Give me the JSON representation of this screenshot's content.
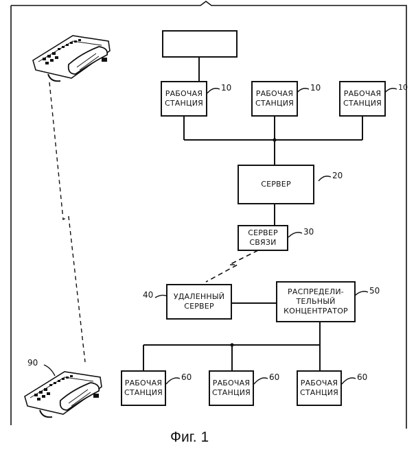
{
  "figure": {
    "caption": "Фиг. 1"
  },
  "nodes": {
    "top_box": {
      "label": ""
    },
    "ws1": {
      "label": "РАБОЧАЯ\nСТАНЦИЯ",
      "ref": "10"
    },
    "ws2": {
      "label": "РАБОЧАЯ\nСТАНЦИЯ",
      "ref": "10"
    },
    "ws3": {
      "label": "РАБОЧАЯ\nСТАНЦИЯ",
      "ref": "10"
    },
    "server": {
      "label": "СЕРВЕР",
      "ref": "20"
    },
    "comm_server": {
      "label": "СЕРВЕР\nСВЯЗИ",
      "ref": "30"
    },
    "remote_server": {
      "label": "УДАЛЕННЫЙ\nСЕРВЕР",
      "ref": "40"
    },
    "hub": {
      "label": "РАСПРЕДЕЛИ-\nТЕЛЬНЫЙ\nКОНЦЕНТРАТОР",
      "ref": "50"
    },
    "ws4": {
      "label": "РАБОЧАЯ\nСТАНЦИЯ",
      "ref": "60"
    },
    "ws5": {
      "label": "РАБОЧАЯ\nСТАНЦИЯ",
      "ref": "60"
    },
    "ws6": {
      "label": "РАБОЧАЯ\nСТАНЦИЯ",
      "ref": "60"
    },
    "phone_bottom": {
      "ref": "90"
    }
  },
  "icons": {
    "phone_top": "telephone-icon",
    "phone_bottom": "telephone-icon"
  }
}
